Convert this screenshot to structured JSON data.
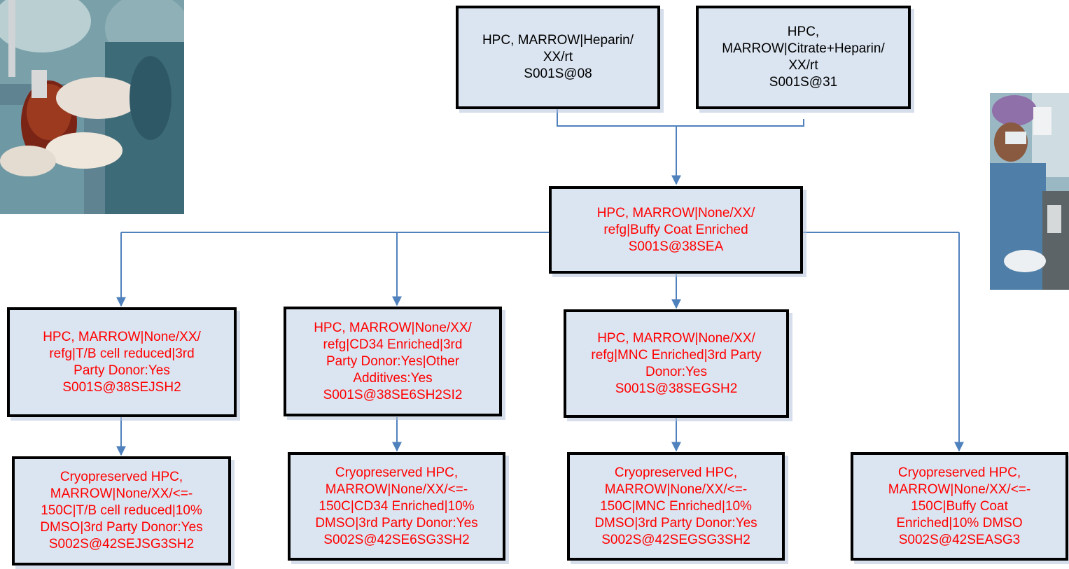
{
  "colors": {
    "box_fill": "#dbe5f1",
    "box_border": "#000000",
    "connector": "#4f81bd",
    "text_primary": "#000000",
    "text_derived": "#ff0000"
  },
  "nodes": {
    "heparin": {
      "lines": [
        "HPC, MARROW|Heparin/",
        "XX/rt",
        "S001S@08"
      ]
    },
    "citrate": {
      "lines": [
        "HPC,",
        "MARROW|Citrate+Heparin/",
        "XX/rt",
        "S001S@31"
      ]
    },
    "buffy": {
      "lines": [
        "HPC, MARROW|None/XX/",
        "refg|Buffy Coat Enriched",
        "S001S@38SEA"
      ]
    },
    "tb": {
      "lines": [
        "HPC, MARROW|None/XX/",
        "refg|T/B cell reduced|3rd",
        "Party Donor:Yes",
        "S001S@38SEJSH2"
      ]
    },
    "cd34": {
      "lines": [
        "HPC, MARROW|None/XX/",
        "refg|CD34 Enriched|3rd",
        "Party Donor:Yes|Other",
        "Additives:Yes",
        "S001S@38SE6SH2SI2"
      ]
    },
    "mnc": {
      "lines": [
        "HPC, MARROW|None/XX/",
        "refg|MNC Enriched|3rd Party",
        "Donor:Yes",
        "S001S@38SEGSH2"
      ]
    },
    "cryo_tb": {
      "lines": [
        "Cryopreserved HPC,",
        "MARROW|None/XX/<=-",
        "150C|T/B cell reduced|10%",
        "DMSO|3rd Party Donor:Yes",
        "S002S@42SEJSG3SH2"
      ]
    },
    "cryo_cd34": {
      "lines": [
        "Cryopreserved HPC,",
        "MARROW|None/XX/<=-",
        "150C|CD34 Enriched|10%",
        "DMSO|3rd Party Donor:Yes",
        "S002S@42SE6SG3SH2"
      ]
    },
    "cryo_mnc": {
      "lines": [
        "Cryopreserved HPC,",
        "MARROW|None/XX/<=-",
        "150C|MNC Enriched|10%",
        "DMSO|3rd Party Donor:Yes",
        "S002S@42SEGSG3SH2"
      ]
    },
    "cryo_buffy": {
      "lines": [
        "Cryopreserved HPC,",
        "MARROW|None/XX/<=-",
        "150C|Buffy Coat",
        "Enriched|10% DMSO",
        "S002S@42SEASG3"
      ]
    }
  }
}
